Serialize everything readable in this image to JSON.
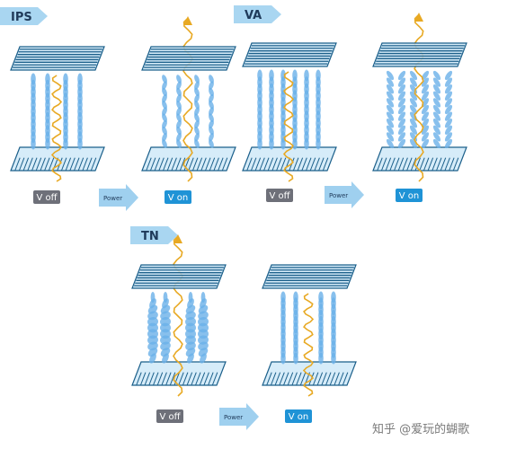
{
  "tags": [
    "IPS",
    "VA",
    "TN"
  ],
  "state_off": "V off",
  "state_on": "V on",
  "arrow_label": "Power",
  "watermark": "知乎 @爱玩的蝴歌",
  "colors": {
    "tag_fill": "#a9d6f1",
    "tag_text": "#1f3a5a",
    "label_off": "#6e7079",
    "label_on": "#1f93d6",
    "arrow": "#9fd0ef",
    "polarizer_line": "#1b5f8a",
    "polarizer_glass": "#cfe9f8",
    "crystal": "#6ab0e8",
    "light_wave": "#e8a923"
  },
  "panels": [
    {
      "mode": "IPS",
      "voltage": "off",
      "light_passes": false
    },
    {
      "mode": "IPS",
      "voltage": "on",
      "light_passes": true
    },
    {
      "mode": "VA",
      "voltage": "off",
      "light_passes": false
    },
    {
      "mode": "VA",
      "voltage": "on",
      "light_passes": true
    },
    {
      "mode": "TN",
      "voltage": "off",
      "light_passes": true
    },
    {
      "mode": "TN",
      "voltage": "on",
      "light_passes": false
    }
  ]
}
